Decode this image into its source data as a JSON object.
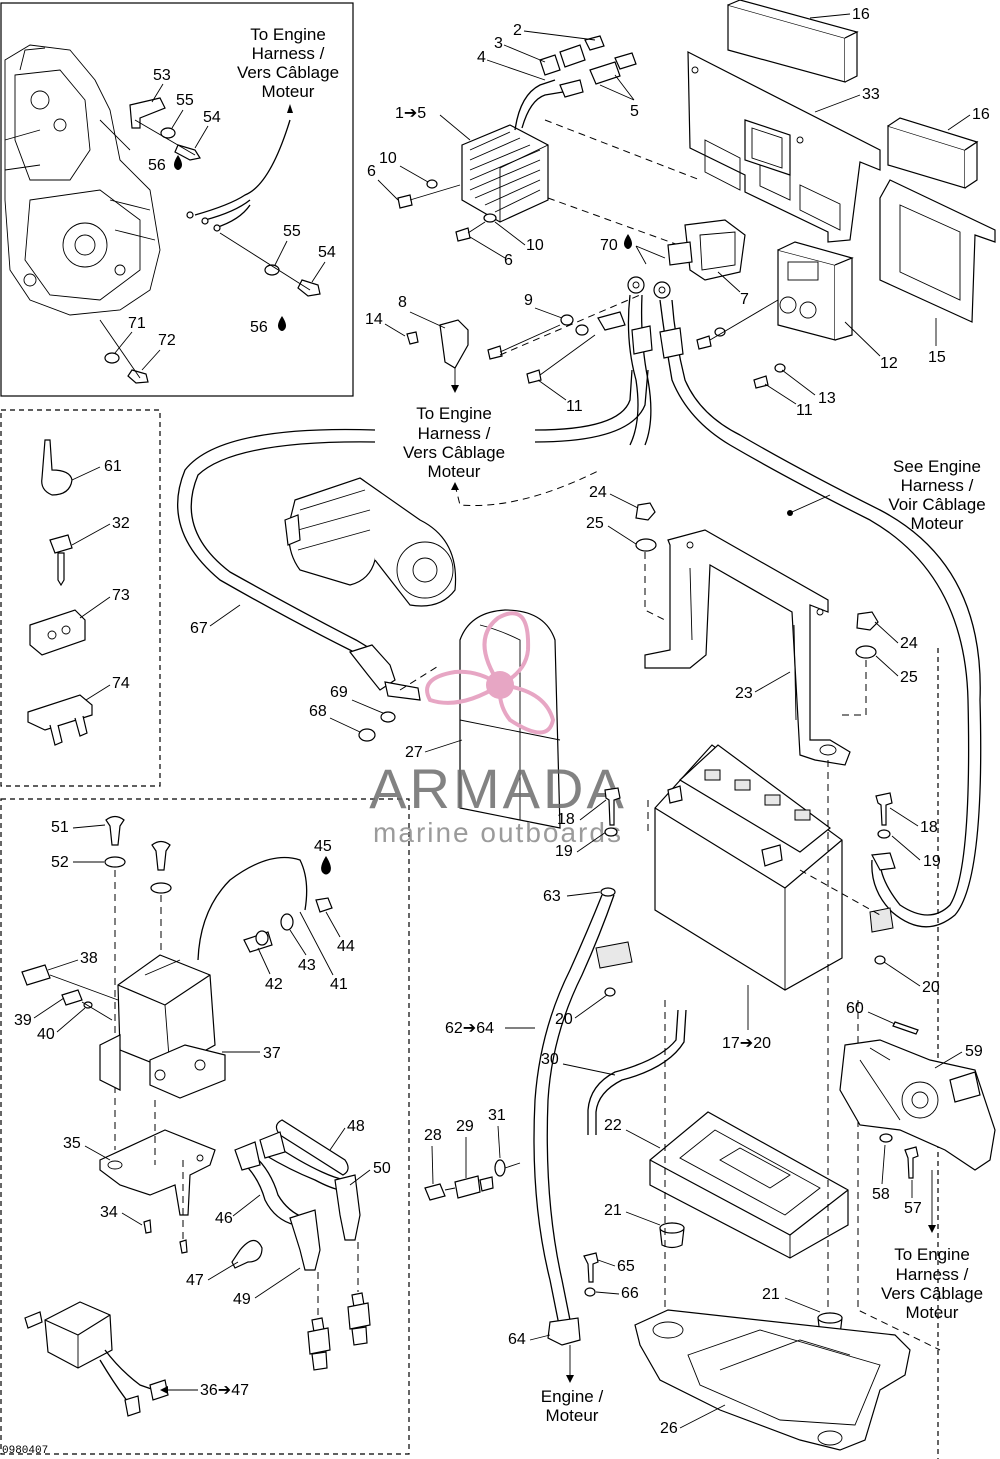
{
  "watermark": {
    "name": "ARMADA",
    "tagline": "marine outboards",
    "color": "#e7a6c4"
  },
  "reference_code": "0980407",
  "captions": {
    "engine_harness_top": [
      "To Engine",
      "Harness /",
      "Vers Câblage",
      "Moteur"
    ],
    "engine_harness_mid": [
      "To Engine",
      "Harness /",
      "Vers Câblage",
      "Moteur"
    ],
    "engine_harness_right": [
      "See Engine",
      "Harness /",
      "Voir Câblage",
      "Moteur"
    ],
    "engine_harness_bottom": [
      "To Engine",
      "Harness /",
      "Vers Câblage",
      "Moteur"
    ],
    "engine": [
      "Engine /",
      "Moteur"
    ]
  },
  "part_labels": {
    "p1_5": "1➔5",
    "p2": "2",
    "p3": "3",
    "p4": "4",
    "p5": "5",
    "p6a": "6",
    "p6b": "6",
    "p7": "7",
    "p8": "8",
    "p9": "9",
    "p10a": "10",
    "p10b": "10",
    "p11a": "11",
    "p11b": "11",
    "p12": "12",
    "p13": "13",
    "p14": "14",
    "p15": "15",
    "p16a": "16",
    "p16b": "16",
    "p17_20": "17➔20",
    "p18a": "18",
    "p18b": "18",
    "p19a": "19",
    "p19b": "19",
    "p20a": "20",
    "p20b": "20",
    "p21a": "21",
    "p21b": "21",
    "p22": "22",
    "p23": "23",
    "p24a": "24",
    "p24b": "24",
    "p25a": "25",
    "p25b": "25",
    "p26": "26",
    "p27": "27",
    "p28": "28",
    "p29": "29",
    "p30": "30",
    "p31": "31",
    "p32": "32",
    "p33": "33",
    "p34": "34",
    "p35": "35",
    "p36_47": "36➔47",
    "p37": "37",
    "p38": "38",
    "p39": "39",
    "p40": "40",
    "p41": "41",
    "p42": "42",
    "p43": "43",
    "p44": "44",
    "p45": "45",
    "p46": "46",
    "p47": "47",
    "p48": "48",
    "p49": "49",
    "p50": "50",
    "p51": "51",
    "p52": "52",
    "p53": "53",
    "p54a": "54",
    "p54b": "54",
    "p55a": "55",
    "p55b": "55",
    "p56a": "56",
    "p56b": "56",
    "p57": "57",
    "p58": "58",
    "p59": "59",
    "p60": "60",
    "p61": "61",
    "p62_64": "62➔64",
    "p63": "63",
    "p64": "64",
    "p65": "65",
    "p66": "66",
    "p67": "67",
    "p68": "68",
    "p69": "69",
    "p70": "70",
    "p71": "71",
    "p72": "72",
    "p73": "73",
    "p74": "74"
  }
}
